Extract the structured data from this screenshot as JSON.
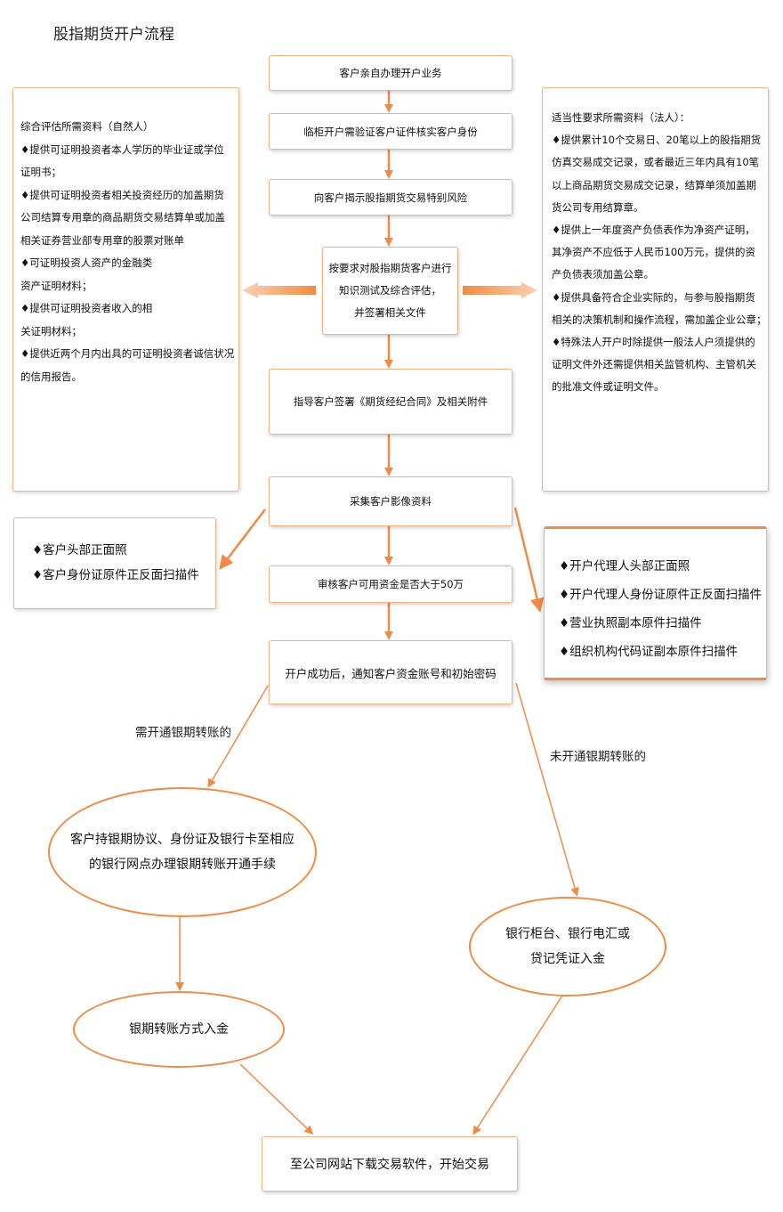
{
  "title": "股指期货开户流程",
  "steps": {
    "s1": "客户亲自办理开户业务",
    "s2": "临柜开户需验证客户证件核实客户身份",
    "s3": "向客户揭示股指期货交易特别风险",
    "s4": [
      "按要求对股指期货客户进行",
      "知识测试及综合评估，",
      "并签署相关文件"
    ],
    "s5": "指导客户签署《期货经纪合同》及相关附件",
    "s6": "采集客户影像资料",
    "s7": "审核客户可用资金是否大于50万",
    "s8": "开户成功后，通知客户资金账号和初始密码",
    "final": "至公司网站下载交易软件，开始交易"
  },
  "left_panel": {
    "lines": [
      "综合评估所需资料（自然人）",
      "♦提供可证明投资者本人学历的毕业证或学位",
      "证明书；",
      "♦提供可证明投资者相关投资经历的加盖期货",
      "公司结算专用章的商品期货交易结算单或加盖",
      "相关证券营业部专用章的股票对账单",
      "♦可证明投资人资产的金融类",
      "资产证明材料；",
      "♦提供可证明投资者收入的相",
      "关证明材料；",
      "♦提供近两个月内出具的可证明投资者诚信状况",
      "的信用报告。"
    ]
  },
  "right_panel": {
    "lines": [
      "适当性要求所需资料（法人）：",
      "♦提供累计10个交易日、20笔以上的股指期货",
      "仿真交易成交记录，或者最近三年内具有10笔",
      "以上商品期货交易成交记录，结算单须加盖期",
      "货公司专用结算章。",
      "♦提供上一年度资产负债表作为净资产证明，",
      "其净资产不应低于人民币100万元，提供的资",
      "产负债表须加盖公章。",
      "♦提供具备符合企业实际的，与参与股指期货",
      "相关的决策机制和操作流程，需加盖企业公章；",
      "♦特殊法人开户时除提供一般法人户须提供的",
      "证明文件外还需提供相关监管机构、主管机关",
      "的批准文件或证明文件。"
    ]
  },
  "left_images": {
    "items": [
      "♦客户头部正面照",
      "♦客户身份证原件正反面扫描件"
    ]
  },
  "right_images": {
    "items": [
      "♦开户代理人头部正面照",
      "♦开户代理人身份证原件正反面扫描件",
      "♦营业执照副本原件扫描件",
      "♦组织机构代码证副本原件扫描件"
    ]
  },
  "branches": {
    "left_label": "需开通银期转账的",
    "right_label": "未开通银期转账的",
    "left_ellipse": [
      "客户持银期协议、身份证及银行卡至相应",
      "的银行网点办理银期转账开通手续"
    ],
    "left_ellipse2": "银期转账方式入金",
    "right_ellipse": [
      "银行柜台、银行电汇或",
      "贷记凭证入金"
    ]
  },
  "colors": {
    "accent": "#f08a45",
    "border": "#f3b27f"
  }
}
